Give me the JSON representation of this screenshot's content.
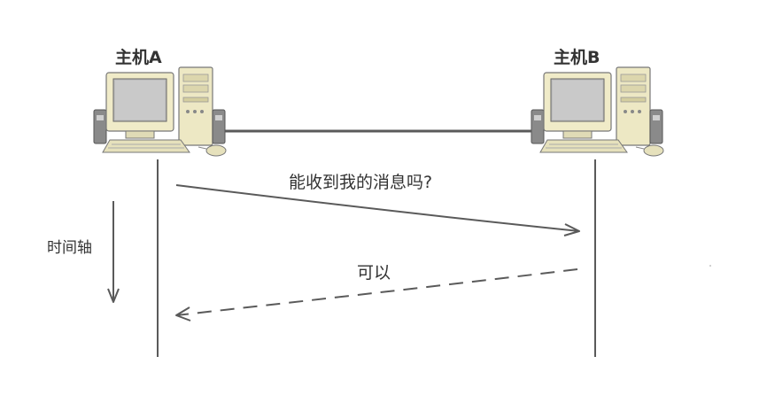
{
  "hosts": {
    "a": {
      "label": "主机A"
    },
    "b": {
      "label": "主机B"
    }
  },
  "messages": {
    "request": "能收到我的消息吗?",
    "reply": "可以"
  },
  "time_axis": {
    "label": "时间轴"
  },
  "colors": {
    "line": "#5a5a5a",
    "text": "#333333",
    "monitor_body": "#f0ebc8",
    "monitor_screen": "#bfbfbf",
    "tower": "#ede8c4",
    "speaker": "#8a8a8a"
  }
}
